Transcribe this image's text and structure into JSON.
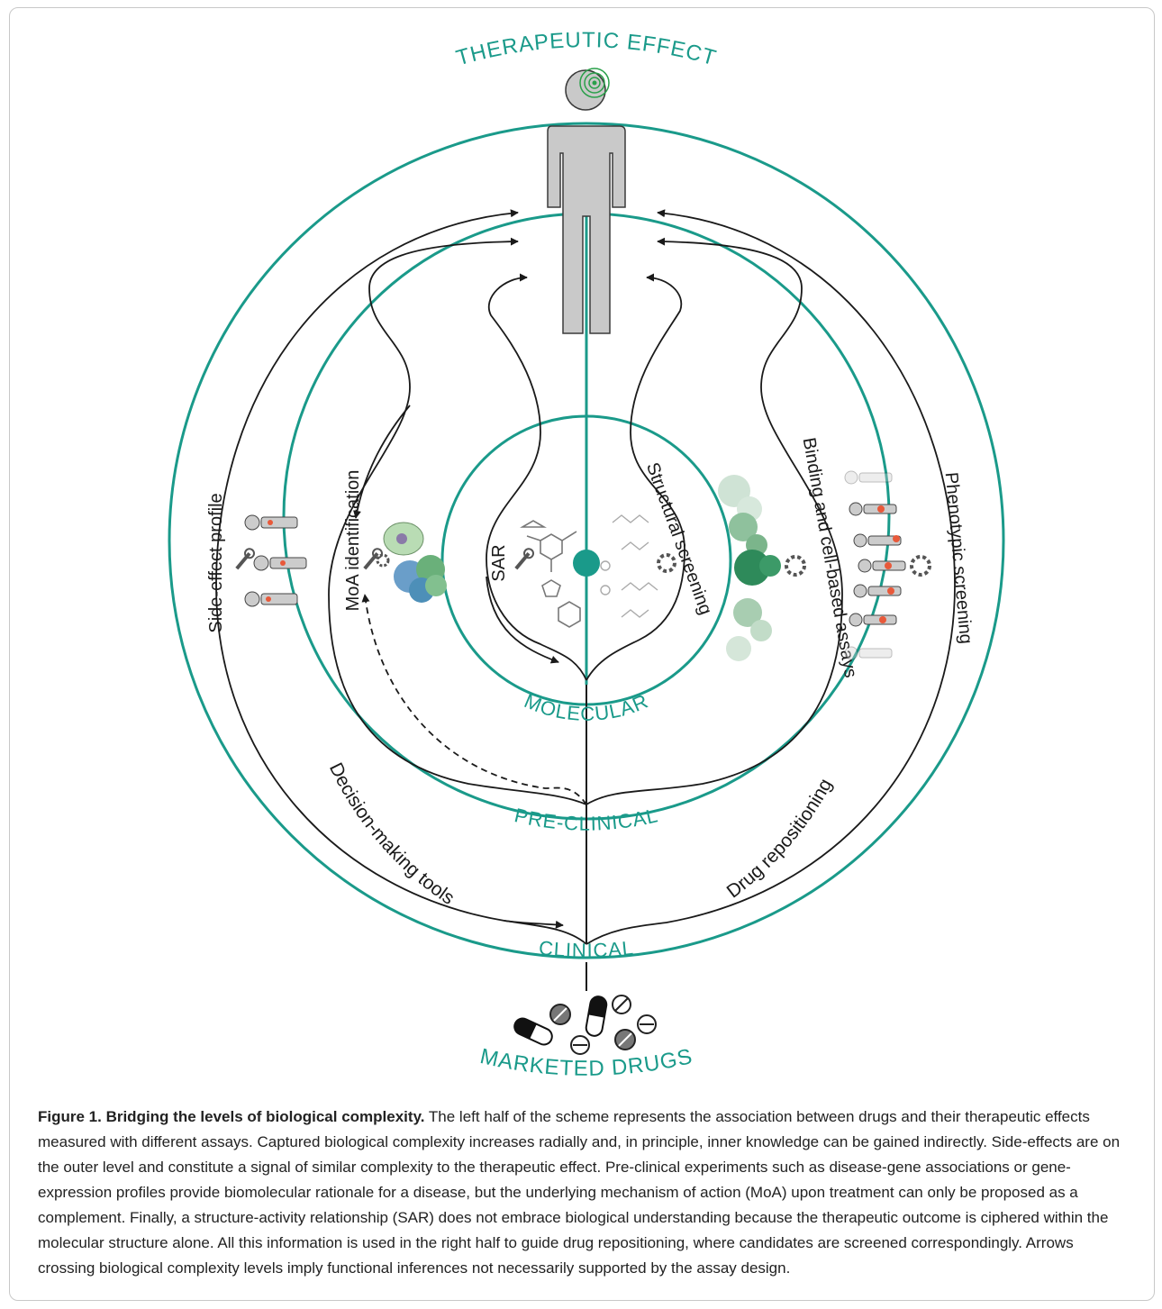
{
  "labels": {
    "therapeutic_effect": "THERAPEUTIC EFFECT",
    "molecular": "MOLECULAR",
    "preclinical": "PRE-CLINICAL",
    "clinical": "CLINICAL",
    "marketed_drugs": "MARKETED DRUGS",
    "sar": "SAR",
    "structural_screening": "Structural screening",
    "moa_identification": "MoA identification",
    "binding_assays": "Binding and cell-based assays",
    "side_effect_profile": "Side-effect profile",
    "phenotypic_screening": "Phenotypic screening",
    "decision_tools": "Decision-making tools",
    "drug_repositioning": "Drug repositioning"
  },
  "caption": {
    "title": "Figure 1. Bridging the levels of biological complexity.",
    "body": " The left half of the scheme represents the association between drugs and their therapeutic effects measured with different assays. Captured biological complexity increases radially and, in principle, inner knowledge can be gained indirectly. Side-effects are on the outer level and constitute a signal of similar complexity to the therapeutic effect. Pre-clinical experiments such as disease-gene associations or gene-expression profiles provide biomolecular rationale for a disease, but the underlying mechanism of action (MoA) upon treatment can only be proposed as a complement. Finally, a structure-activity relationship (SAR) does not embrace biological understanding because the therapeutic outcome is ciphered within the molecular structure alone. All this information is used in the right half to guide drug repositioning, where candidates are screened correspondingly. Arrows crossing biological complexity levels imply functional inferences not necessarily supported by the assay design."
  },
  "colors": {
    "teal": "#1a9a8a",
    "red": "#e8593a",
    "gray": "#c8c8c8"
  }
}
